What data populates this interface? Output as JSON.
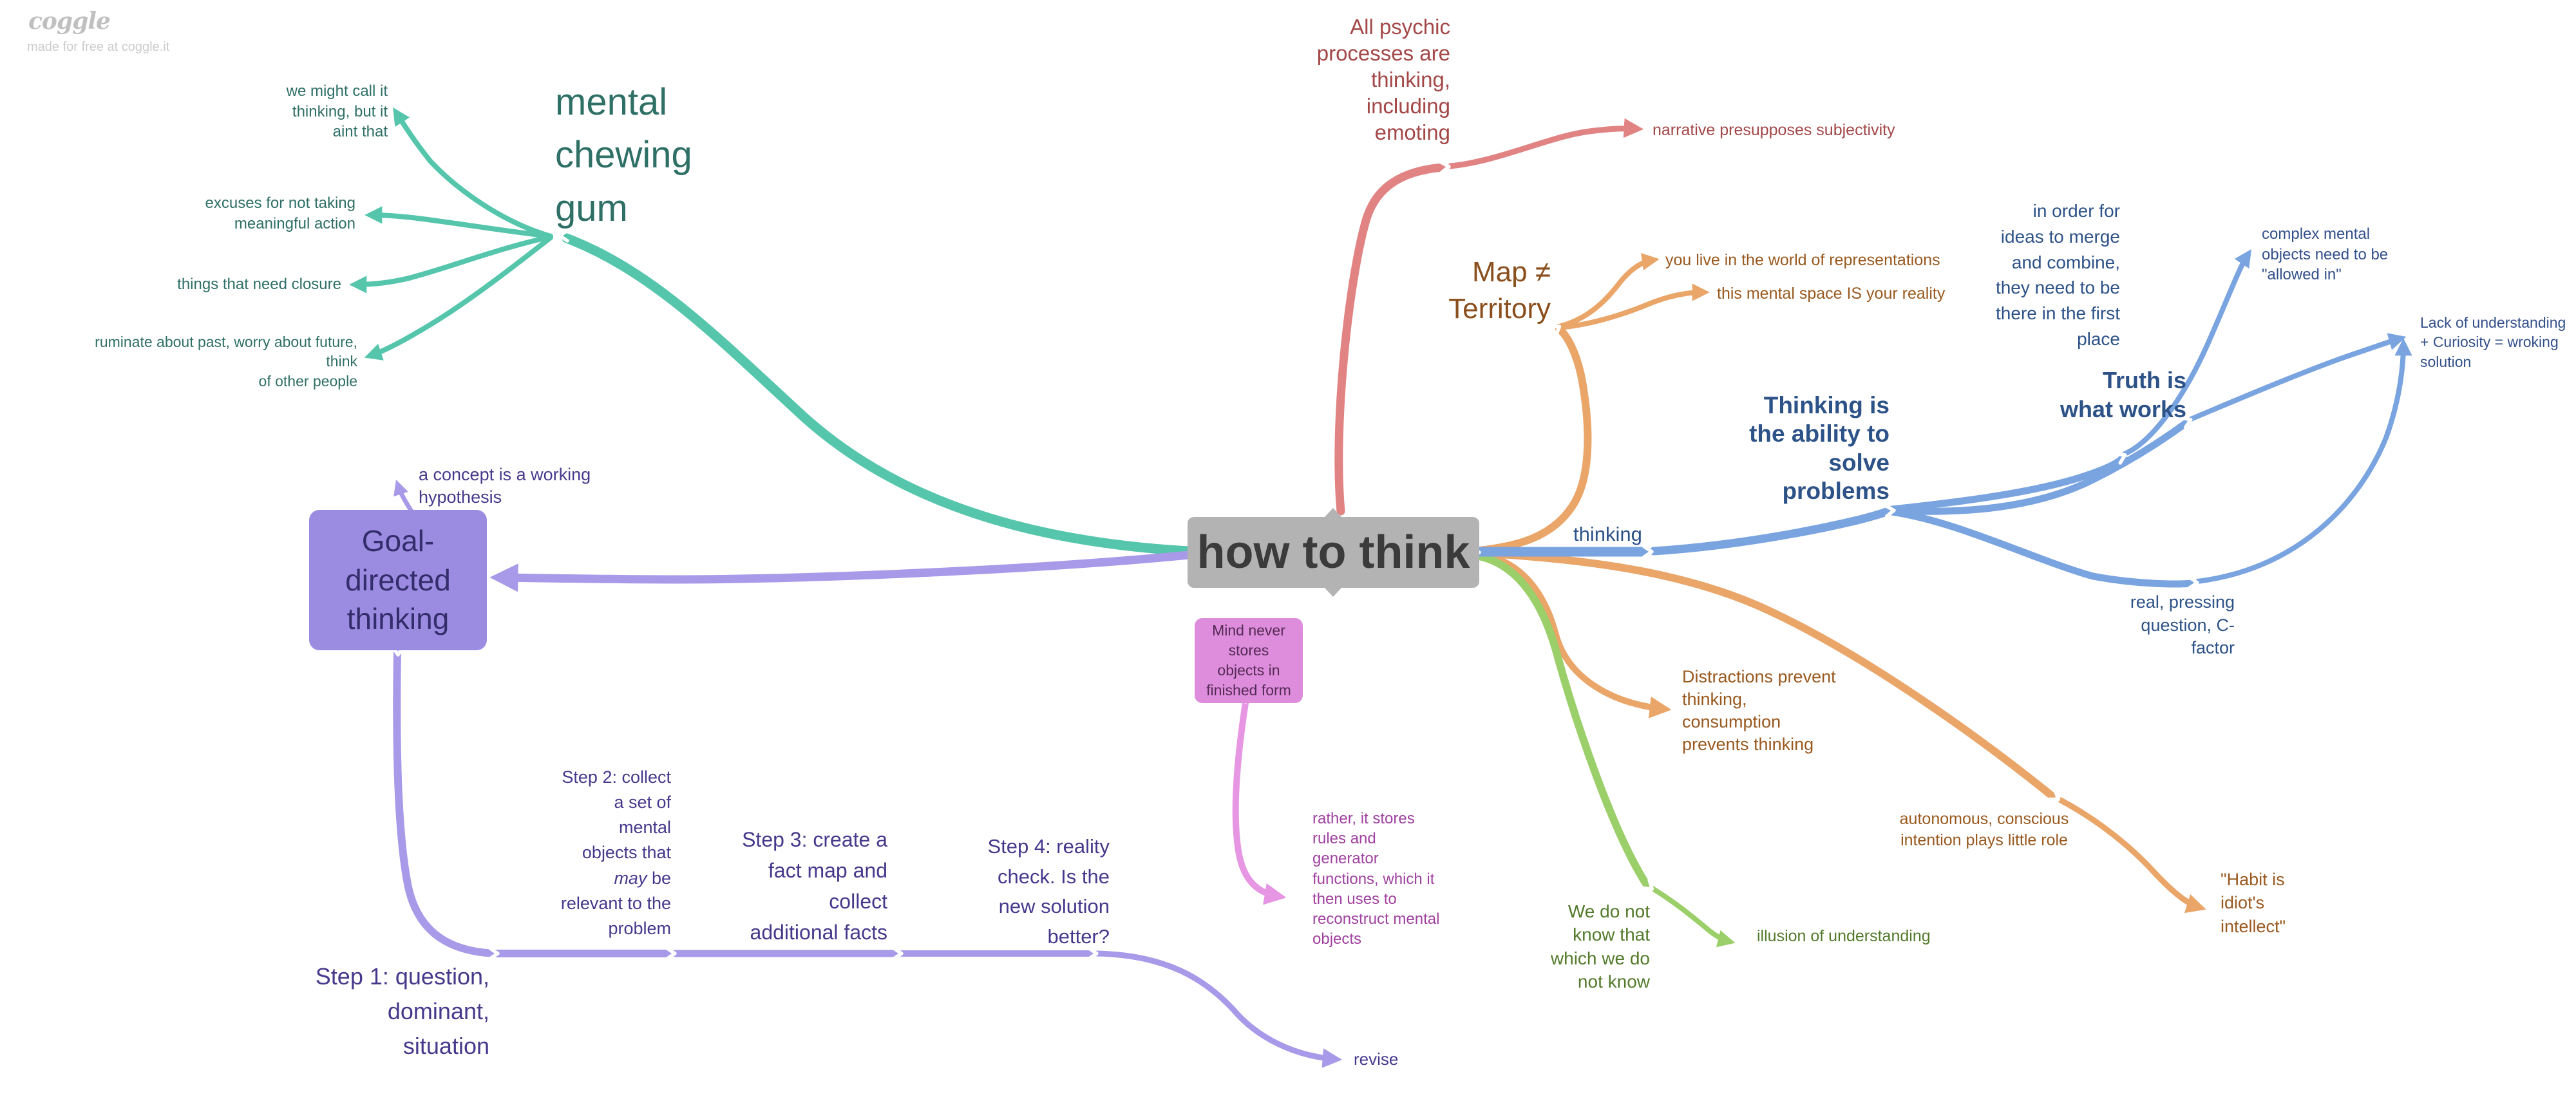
{
  "watermark": {
    "logo": "coggle",
    "tagline": "made for free at coggle.it"
  },
  "colors": {
    "teal_branch": "#55c6ac",
    "teal_text": "#2e6f66",
    "red_branch": "#e18383",
    "red_text": "#a34747",
    "orange_branch": "#eaa569",
    "orange_text": "#99591f",
    "map_title_text": "#8a4f1d",
    "blue_branch": "#79a4e0",
    "blue_text": "#2d5288",
    "green_branch": "#9bcf6a",
    "green_text": "#527a2a",
    "purple_branch": "#a89ae8",
    "purple_text": "#46398c",
    "goal_box_bg": "#9b8ce2",
    "pink_branch": "#e696e3",
    "mind_box_bg": "#de8cdc",
    "rather_text": "#a041a0",
    "center_bg": "#b3b3b3",
    "center_text": "#3b3b3b"
  },
  "center": {
    "label": "how to think"
  },
  "gum": {
    "title": "mental\nchewing\ngum",
    "call_it": "we might call it\nthinking, but it\naint that",
    "excuses": "excuses for not taking\nmeaningful action",
    "closure": "things that need closure",
    "ruminate": "ruminate about past, worry about future, think\nof other people"
  },
  "psychic": {
    "label": "All psychic\nprocesses are\nthinking,\nincluding\nemoting",
    "narrative": "narrative presupposes subjectivity"
  },
  "map": {
    "title": "Map ≠\nTerritory",
    "representations": "you live in the world of representations",
    "reality": "this mental space IS your reality"
  },
  "thinking": {
    "label": "thinking",
    "solve": "Thinking is\nthe ability to\nsolve\nproblems",
    "in_order": "in order for\nideas to merge\nand combine,\nthey need to be\nthere in the first\nplace",
    "complex": "complex mental\nobjects need to be\n\"allowed in\"",
    "truth": "Truth is\nwhat works",
    "lack": "Lack of understanding\n+ Curiosity = wroking\nsolution",
    "real": "real, pressing\nquestion, C-\nfactor"
  },
  "distraction": {
    "label": "Distractions prevent\nthinking,\nconsumption\nprevents thinking",
    "autonomous": "autonomous, conscious\nintention plays little role",
    "habit": "\"Habit is\nidiot's\nintellect\""
  },
  "unknown": {
    "label": "We do not\nknow that\nwhich we do\nnot know",
    "illusion": "illusion of understanding"
  },
  "goal": {
    "box": "Goal-\ndirected\nthinking",
    "concept": "a concept is a working\nhypothesis",
    "step1": "Step 1: question,\ndominant,\nsituation",
    "step2_pre": "Step 2: collect\na set of\nmental\nobjects that\n",
    "step2_em": "may",
    "step2_post": " be\nrelevant to the\nproblem",
    "step3": "Step 3: create a\nfact map and\ncollect\nadditional facts",
    "step4": "Step 4: reality\ncheck. Is the\nnew solution\nbetter?",
    "revise": "revise"
  },
  "mind": {
    "box": "Mind never\nstores\nobjects in\nfinished form",
    "rather": "rather, it stores\nrules and\ngenerator\nfunctions, which it\nthen uses to\nreconstruct mental\nobjects"
  }
}
